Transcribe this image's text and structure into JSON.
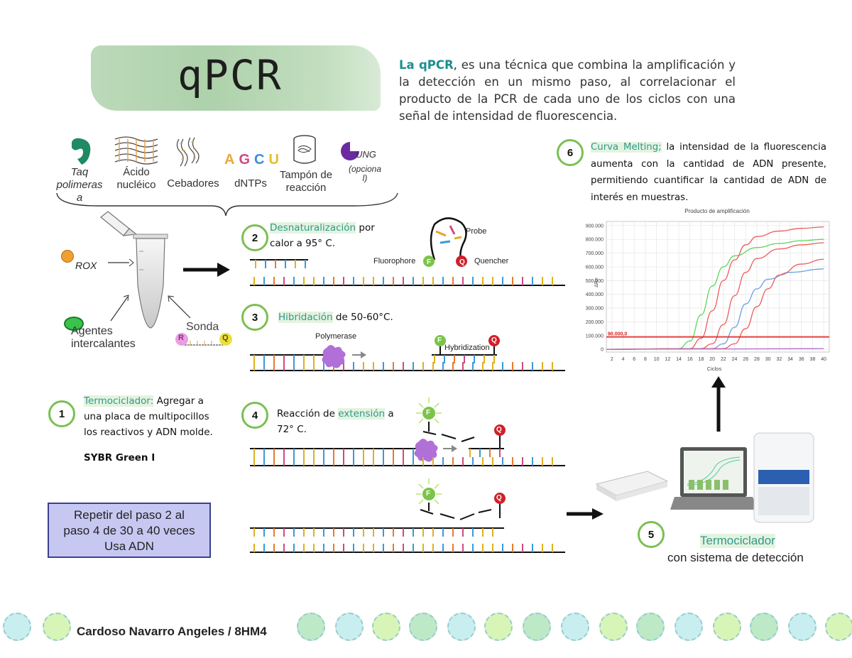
{
  "title": "qPCR",
  "intro": {
    "term": "La qPCR",
    "text": ", es una técnica que combina la amplificación y la detección en un mismo paso, al correlacionar el producto de la PCR de cada uno de los ciclos con una señal de intensidad de fluorescencia."
  },
  "reagents": {
    "taq": "Taq polimeras a",
    "acido": "Ácido nucléico",
    "cebadores": "Cebadores",
    "dntps_label": "dNTPs",
    "dntps_letters": [
      "A",
      "G",
      "C",
      "U"
    ],
    "tampon": "Tampón de reacción",
    "ung": "UNG",
    "ung_note": "(opciona l)",
    "rox": "ROX",
    "agentes": "Agentes intercalantes",
    "sonda": "Sonda",
    "sonda_r": "R",
    "sonda_q": "Q"
  },
  "steps": {
    "s1": {
      "num": "1",
      "term": "Termociclador:",
      "text": " Agregar a una placa de multipocillos los reactivos y ADN molde.",
      "extra": "SYBR Green I"
    },
    "s2": {
      "num": "2",
      "term": "Desnaturalización",
      "text": " por calor a 95° C."
    },
    "s3": {
      "num": "3",
      "term": "Hibridación",
      "text": " de 50-60°C."
    },
    "s4": {
      "num": "4",
      "pre": "Reacción de ",
      "term": "extensión",
      "text": " a 72° C."
    },
    "s5": {
      "num": "5",
      "term": "Termociclador",
      "text": "con sistema de detección"
    },
    "s6": {
      "num": "6",
      "term": "Curva Melting;",
      "text": " la intensidad de la fluorescencia aumenta con la cantidad de ADN presente, permitiendo cuantificar la cantidad de ADN de interés en muestras."
    }
  },
  "diagram_labels": {
    "probe": "Probe",
    "fluorophore": "Fluorophore",
    "quencher": "Quencher",
    "polymerase": "Polymerase",
    "hybridization": "Hybridization",
    "f": "F",
    "q": "Q"
  },
  "repeat_box": [
    "Repetir del paso 2 al",
    "paso 4 de 30 a 40 veces",
    "Usa ADN"
  ],
  "footer": "Cardoso Navarro Angeles / 8HM4",
  "colors": {
    "accent_green": "#7bbf52",
    "teal": "#1a8f8f",
    "repeat_bg": "#c7c8f2",
    "threshold": "#e02020"
  },
  "chart_data": {
    "type": "line",
    "title": "Producto de amplificación",
    "xlabel": "Ciclos",
    "ylabel": "ΔRn",
    "xlim": [
      1,
      41
    ],
    "ylim": [
      -20000,
      930000
    ],
    "xticks": [
      2,
      4,
      6,
      8,
      10,
      12,
      14,
      16,
      18,
      20,
      22,
      24,
      26,
      28,
      30,
      32,
      34,
      36,
      38,
      40
    ],
    "yticks": [
      0,
      100000,
      200000,
      300000,
      400000,
      500000,
      600000,
      700000,
      800000,
      900000
    ],
    "ytick_labels": [
      "0",
      "100.000",
      "200.000",
      "300.000",
      "400.000",
      "500.000",
      "600.000",
      "700.000",
      "800.000",
      "900.000"
    ],
    "threshold": {
      "value": 90000,
      "label": "90.000,0",
      "color": "#e02020"
    },
    "grid": true,
    "series": [
      {
        "color": "#5cd65c",
        "values": [
          [
            1,
            0
          ],
          [
            14,
            5000
          ],
          [
            16,
            60000
          ],
          [
            18,
            250000
          ],
          [
            20,
            460000
          ],
          [
            22,
            600000
          ],
          [
            24,
            680000
          ],
          [
            28,
            740000
          ],
          [
            32,
            770000
          ],
          [
            36,
            790000
          ],
          [
            40,
            800000
          ]
        ]
      },
      {
        "color": "#ef5a5a",
        "values": [
          [
            1,
            0
          ],
          [
            16,
            5000
          ],
          [
            18,
            80000
          ],
          [
            20,
            280000
          ],
          [
            22,
            500000
          ],
          [
            24,
            650000
          ],
          [
            26,
            760000
          ],
          [
            28,
            820000
          ],
          [
            32,
            860000
          ],
          [
            36,
            880000
          ],
          [
            40,
            890000
          ]
        ]
      },
      {
        "color": "#ef5a5a",
        "values": [
          [
            1,
            0
          ],
          [
            18,
            5000
          ],
          [
            20,
            40000
          ],
          [
            22,
            180000
          ],
          [
            24,
            390000
          ],
          [
            26,
            560000
          ],
          [
            28,
            660000
          ],
          [
            32,
            730000
          ],
          [
            36,
            760000
          ],
          [
            40,
            775000
          ]
        ]
      },
      {
        "color": "#6aa0e6",
        "values": [
          [
            1,
            0
          ],
          [
            20,
            5000
          ],
          [
            22,
            40000
          ],
          [
            24,
            160000
          ],
          [
            26,
            330000
          ],
          [
            28,
            440000
          ],
          [
            30,
            510000
          ],
          [
            34,
            560000
          ],
          [
            40,
            585000
          ]
        ]
      },
      {
        "color": "#ef5a5a",
        "values": [
          [
            1,
            0
          ],
          [
            22,
            5000
          ],
          [
            24,
            40000
          ],
          [
            26,
            150000
          ],
          [
            28,
            310000
          ],
          [
            30,
            440000
          ],
          [
            32,
            540000
          ],
          [
            36,
            620000
          ],
          [
            40,
            655000
          ]
        ]
      },
      {
        "color": "#b070c8",
        "values": [
          [
            1,
            0
          ],
          [
            40,
            5000
          ]
        ]
      }
    ]
  }
}
